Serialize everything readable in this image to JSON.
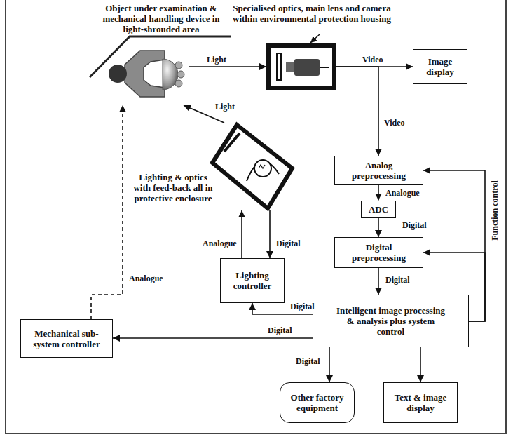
{
  "diagram": {
    "nodes": [
      {
        "text": [
          "Object under examination & mechanical handling device in light-shrouded area"
        ]
      },
      {
        "text": [
          "Specialised optics, main lens and camera within environmental protection housing"
        ]
      },
      {
        "text": [
          "Image display"
        ]
      },
      {
        "text": [
          "Analog preprocessing"
        ]
      },
      {
        "text": [
          "ADC"
        ]
      },
      {
        "text": [
          "Digital preprocessing"
        ]
      },
      {
        "text": [
          "Lighting & optics with feed-back all in protective enclosure"
        ]
      },
      {
        "text": [
          "Lighting controller"
        ]
      },
      {
        "text": [
          "Intelligent image processing & analysis plus system control"
        ]
      },
      {
        "text": [
          "Mechanical sub-system controller"
        ]
      },
      {
        "text": [
          "Other factory equipment"
        ]
      },
      {
        "text": [
          "Text & image display"
        ]
      }
    ],
    "edges": [
      {
        "from": 0,
        "to": 1,
        "label": "Light",
        "arrow": "to"
      },
      {
        "from": 6,
        "to": 0,
        "label": "Light",
        "arrow": "to"
      },
      {
        "from": 1,
        "to": 2,
        "label": "Video",
        "arrow": "to"
      },
      {
        "from": 1,
        "to": 3,
        "label": "Video",
        "arrow": "to"
      },
      {
        "from": 3,
        "to": 4,
        "label": "Analogue",
        "arrow": "to"
      },
      {
        "from": 4,
        "to": 5,
        "label": "Digital",
        "arrow": "to"
      },
      {
        "from": 5,
        "to": 8,
        "label": "Digital",
        "arrow": "to"
      },
      {
        "from": 8,
        "to": 3,
        "label": "Function control",
        "arrow": "to"
      },
      {
        "from": 8,
        "to": 5,
        "arrow": "to"
      },
      {
        "from": 8,
        "to": 7,
        "label": "Digital",
        "arrow": "to"
      },
      {
        "from": 7,
        "to": 6,
        "label": "Analogue",
        "arrow": "to"
      },
      {
        "from": 6,
        "to": 7,
        "label": "Digital",
        "arrow": "to"
      },
      {
        "from": 8,
        "to": 9,
        "label": "Digital",
        "arrow": "to"
      },
      {
        "from": 9,
        "to": 0,
        "label": "Analogue",
        "arrow": "to"
      },
      {
        "from": 8,
        "to": 10,
        "label": "Digital",
        "arrow": "to"
      },
      {
        "from": 8,
        "to": 11,
        "arrow": "to"
      }
    ]
  }
}
